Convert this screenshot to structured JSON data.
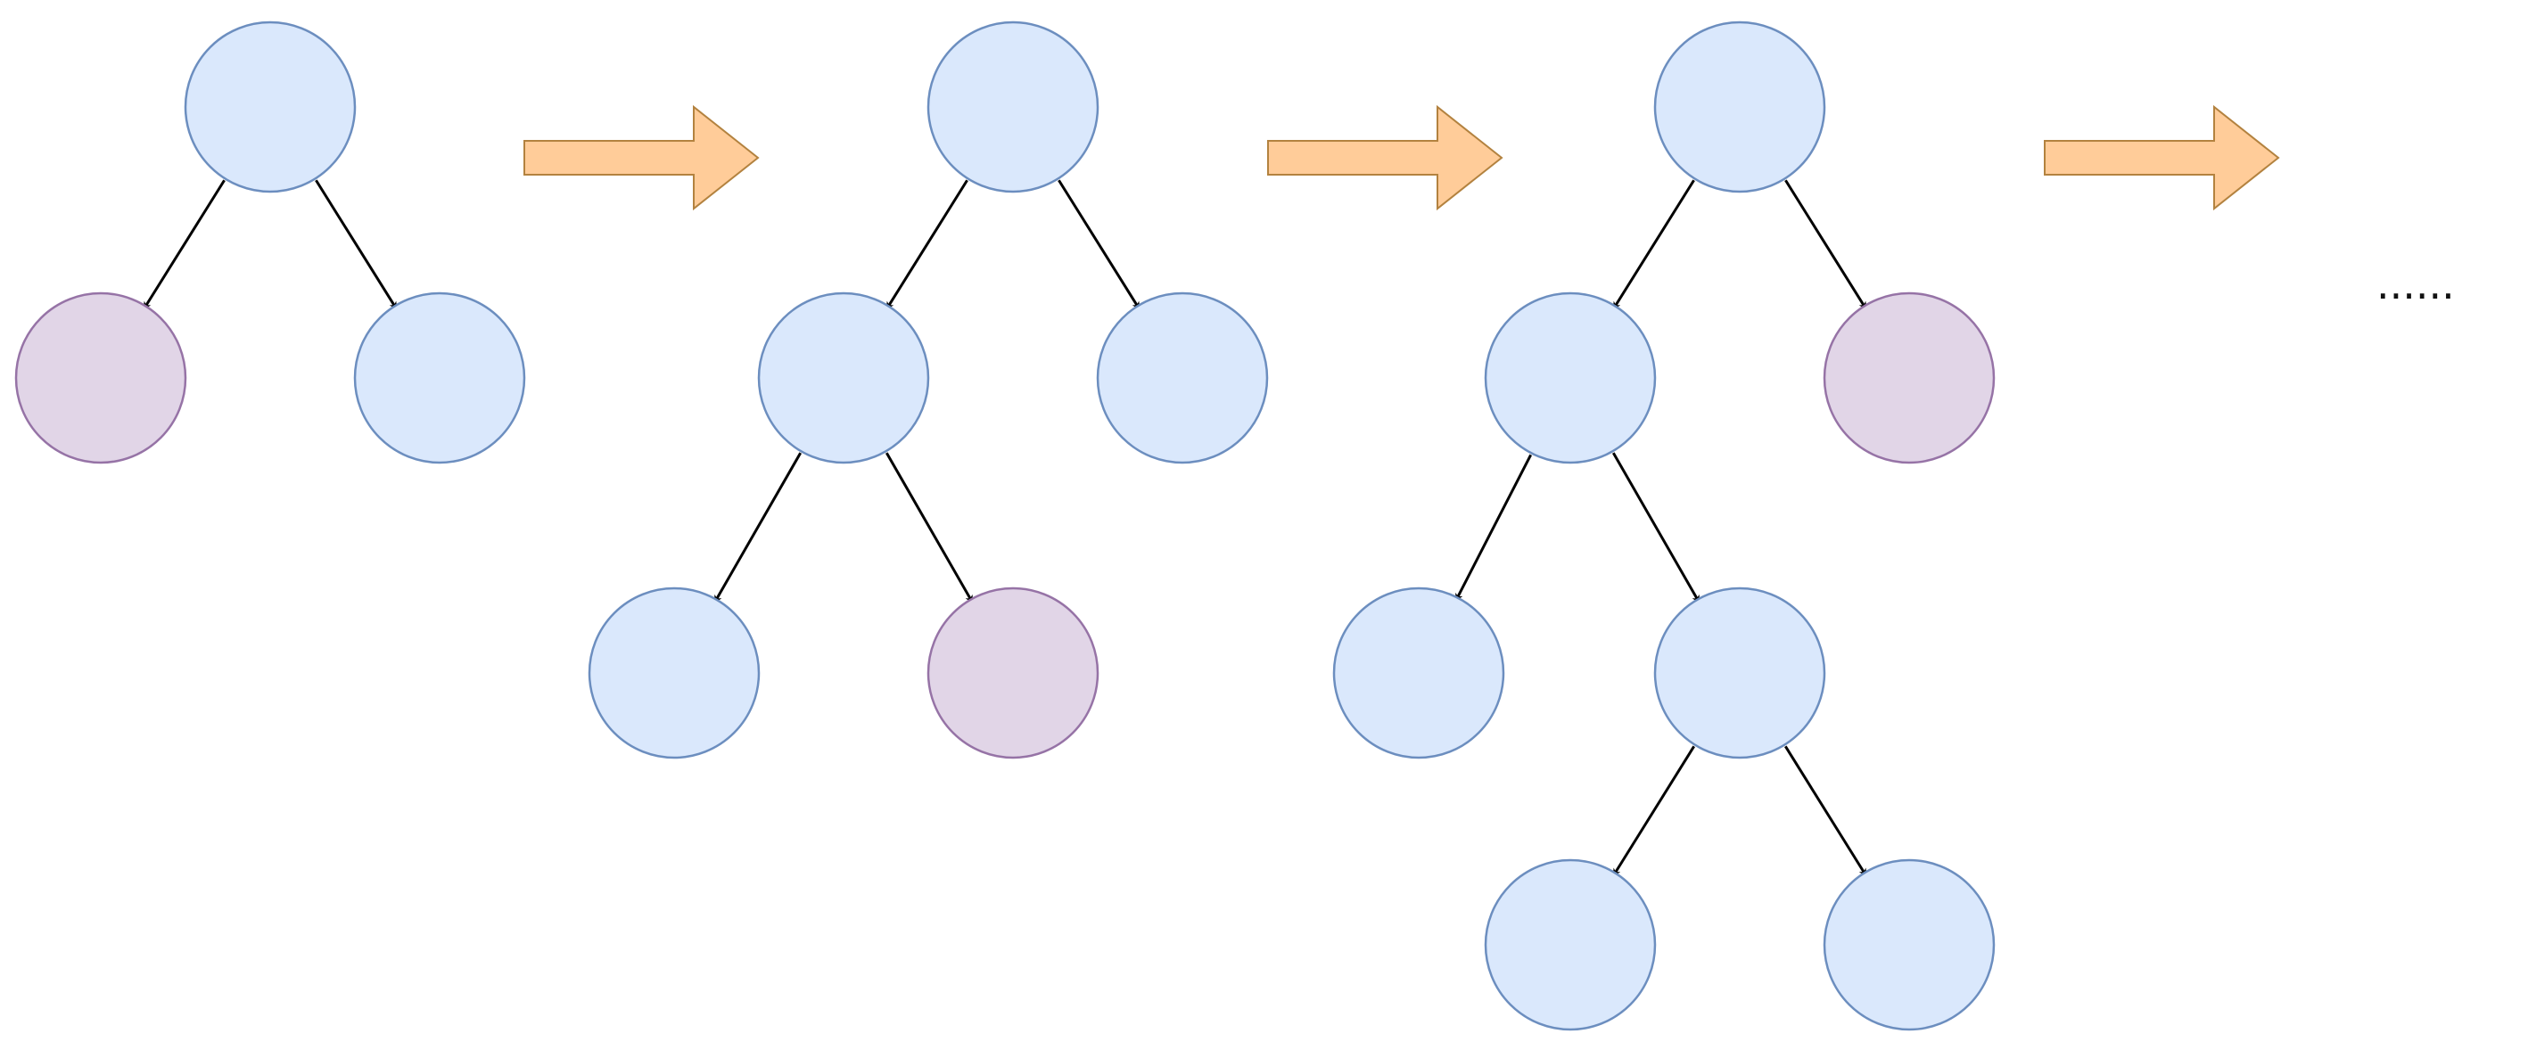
{
  "colors": {
    "node_default_fill": "#dae8fc",
    "node_default_stroke": "#6c8ebf",
    "node_highlight_fill": "#e1d5e7",
    "node_highlight_stroke": "#9673a6",
    "edge": "#000000",
    "arrow_fill": "#ffcc99",
    "arrow_stroke": "#b3823f"
  },
  "diagram": {
    "continuation_text": "......",
    "stages": [
      {
        "nodes": [
          {
            "id": "root",
            "kind": "default"
          },
          {
            "id": "left",
            "kind": "highlight"
          },
          {
            "id": "right",
            "kind": "default"
          }
        ],
        "edges": [
          [
            "root",
            "left"
          ],
          [
            "root",
            "right"
          ]
        ]
      },
      {
        "nodes": [
          {
            "id": "root",
            "kind": "default"
          },
          {
            "id": "left",
            "kind": "default"
          },
          {
            "id": "right",
            "kind": "default"
          },
          {
            "id": "left-left",
            "kind": "default"
          },
          {
            "id": "left-right",
            "kind": "highlight"
          }
        ],
        "edges": [
          [
            "root",
            "left"
          ],
          [
            "root",
            "right"
          ],
          [
            "left",
            "left-left"
          ],
          [
            "left",
            "left-right"
          ]
        ]
      },
      {
        "nodes": [
          {
            "id": "root",
            "kind": "default"
          },
          {
            "id": "left",
            "kind": "default"
          },
          {
            "id": "right",
            "kind": "highlight"
          },
          {
            "id": "left-left",
            "kind": "default"
          },
          {
            "id": "left-right",
            "kind": "default"
          },
          {
            "id": "left-right-left",
            "kind": "default"
          },
          {
            "id": "left-right-right",
            "kind": "default"
          }
        ],
        "edges": [
          [
            "root",
            "left"
          ],
          [
            "root",
            "right"
          ],
          [
            "left",
            "left-left"
          ],
          [
            "left",
            "left-right"
          ],
          [
            "left-right",
            "left-right-left"
          ],
          [
            "left-right",
            "left-right-right"
          ]
        ]
      }
    ],
    "transition_arrows": 3
  }
}
